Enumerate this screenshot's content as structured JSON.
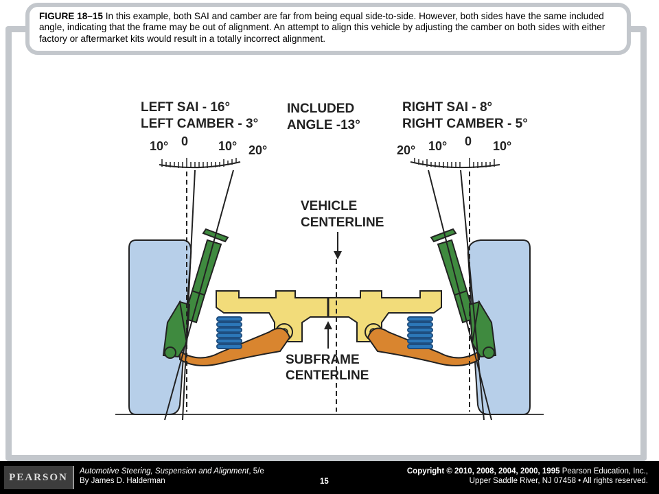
{
  "caption": {
    "figure_label": "FIGURE 18–15",
    "text": " In this example, both SAI and camber are far from being equal side-to-side. However, both sides have the same included angle, indicating that the frame may be out of alignment. An attempt to align this vehicle by adjusting the camber on both sides with either factory or aftermarket kits would result in a totally incorrect alignment."
  },
  "diagram": {
    "left_sai": "LEFT SAI - 16°",
    "left_camber": "LEFT CAMBER - 3°",
    "included_line1": "INCLUDED",
    "included_line2": "ANGLE -13°",
    "right_sai": "RIGHT SAI - 8°",
    "right_camber": "RIGHT CAMBER - 5°",
    "left_scale": [
      "10°",
      "0",
      "10°",
      "20°"
    ],
    "right_scale": [
      "20°",
      "10°",
      "0",
      "10°"
    ],
    "vehicle_centerline_1": "VEHICLE",
    "vehicle_centerline_2": "CENTERLINE",
    "subframe_centerline_1": "SUBFRAME",
    "subframe_centerline_2": "CENTERLINE",
    "colors": {
      "tire": "#b7cfe9",
      "strut": "#3f8a3f",
      "frame": "#f2dc7a",
      "control_arm": "#d9852f",
      "spring": "#2c77b8"
    }
  },
  "footer": {
    "publisher": "PEARSON",
    "book_title": "Automotive Steering, Suspension and Alignment",
    "edition": ", 5/e",
    "author": "By James D. Halderman",
    "page": "15",
    "copyright_1a": "Copyright © 2010, 2008, 2004, 2000, 1995",
    "copyright_1b": " Pearson Education, Inc.,",
    "copyright_2": "Upper Saddle River, NJ 07458 • All rights reserved."
  }
}
